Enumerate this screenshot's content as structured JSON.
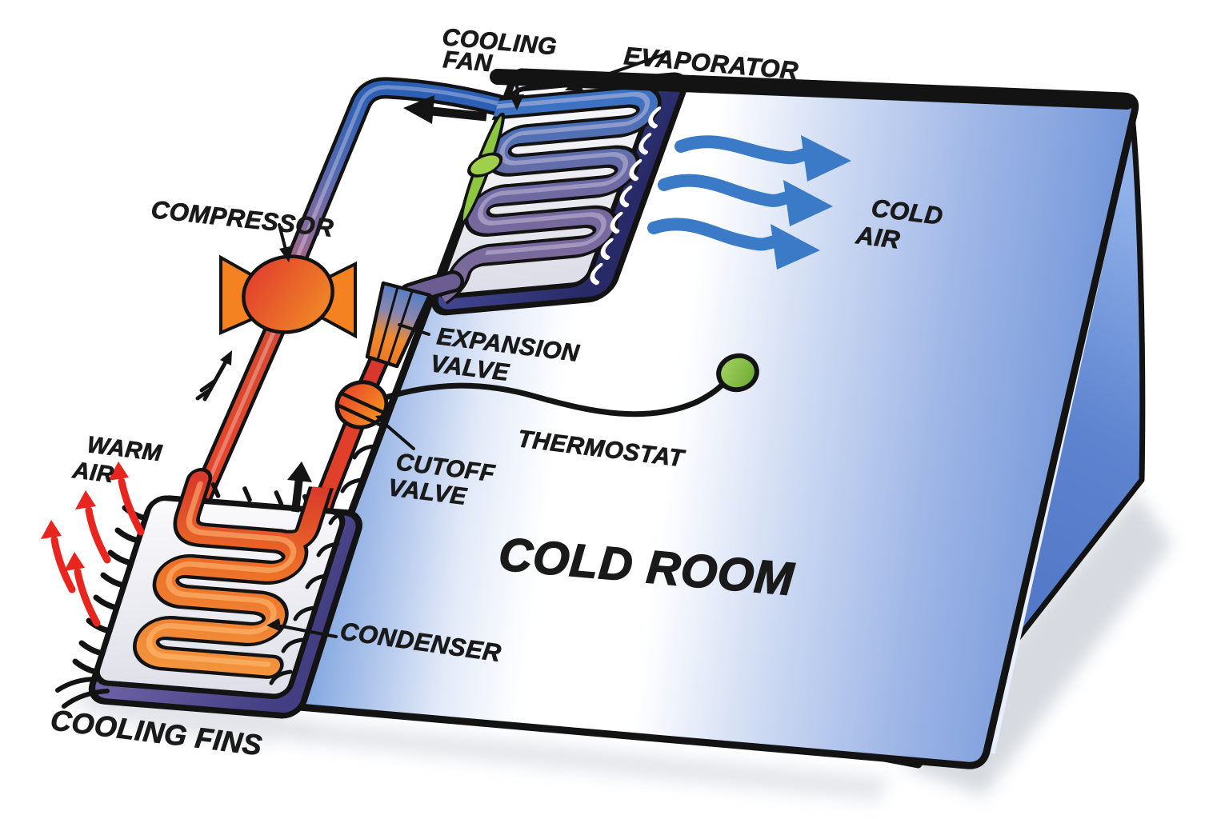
{
  "diagram": {
    "type": "refrigeration-cycle-cold-room",
    "labels": {
      "cooling_fan_1": "COOLING",
      "cooling_fan_2": "FAN",
      "evaporator": "EVAPORATOR",
      "compressor": "COMPRESSOR",
      "expansion_valve_1": "EXPANSION",
      "expansion_valve_2": "VALVE",
      "cutoff_valve_1": "CUTOFF",
      "cutoff_valve_2": "VALVE",
      "thermostat": "THERMOSTAT",
      "cold_air_1": "COLD",
      "cold_air_2": "AIR",
      "warm_air_1": "WARM",
      "warm_air_2": "AIR",
      "cold_room": "COLD ROOM",
      "condenser": "CONDENSER",
      "cooling_fins": "COOLING FINS"
    },
    "colors": {
      "label_text": "#1a1a1a",
      "outline": "#141414",
      "cold_pipe_blue": "#2d5fb5",
      "hot_pipe_red": "#e0402a",
      "evaporator_coil_purple": "#74689f",
      "condenser_coil_orange": "#ef7a2a",
      "fan_green": "#8dc63f",
      "thermostat_green": "#7ec043",
      "cold_air_blue": "#3b7ac6",
      "warm_air_red": "#e8251f",
      "room_wall_blue": "#6b8ed6",
      "room_side_blue": "#5578c8"
    }
  }
}
